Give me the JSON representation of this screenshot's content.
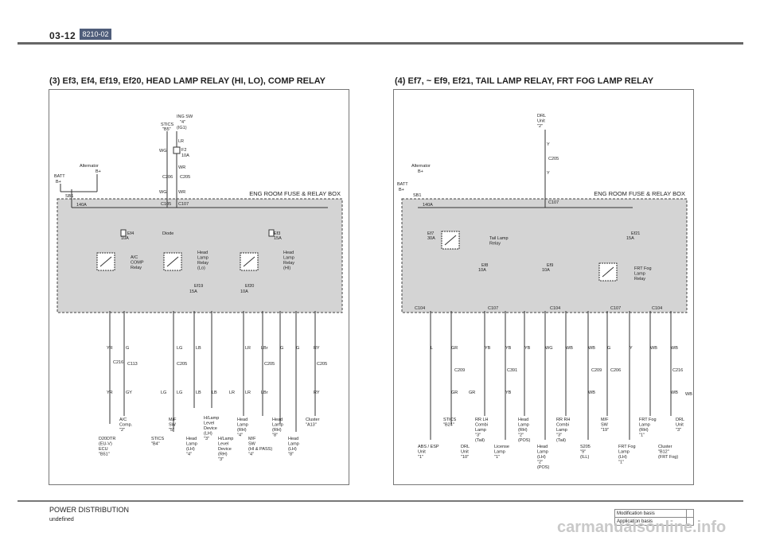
{
  "header": {
    "page_number": "03-12",
    "version_badge": "8210-02"
  },
  "left": {
    "title": "(3) Ef3, Ef4, Ef19, Ef20, HEAD LAMP RELAY (HI, LO), COMP RELAY",
    "box_label": "ENG ROOM FUSE & RELAY BOX",
    "texts": {
      "alt": "Alternator",
      "bplus": "B+",
      "batt": "BATT",
      "bplus2": "B+",
      "sb1": "SB1",
      "f140": "140A",
      "stics": "STICS",
      "b5": "\"B5\"",
      "ingsw": "ING SW",
      "ing4": "\"4\"",
      "ig1": "(IG1)",
      "lr1": "LR",
      "f2": "F2",
      "f2a": "10A",
      "wr1": "WR",
      "wg1": "WG",
      "c206": "C206",
      "c205a": "C205",
      "wg2": "WG",
      "wr2": "WR",
      "c105": "C105",
      "c107": "C107",
      "ef4": "Ef4",
      "ef4a": "10A",
      "ef3": "Ef3",
      "ef3a": "15A",
      "comp_relay": "A/C\nCOMP\nRelay",
      "diode": "Diode",
      "lo_relay": "Head\nLamp\nRelay\n(Lo)",
      "hi_relay": "Head\nLamp\nRelay\n(HI)",
      "ef19": "Ef19",
      "ef19a": "15A",
      "ef20": "Ef20",
      "ef20a": "10A",
      "yr1": "YR",
      "g1": "G",
      "lg1": "LG",
      "lb1": "LB",
      "lr2": "LR",
      "lbr1": "LBr",
      "g2": "G",
      "g3": "G",
      "ry1": "RY",
      "c216": "C216",
      "c113": "C113",
      "c205b": "C205",
      "c205c": "C205",
      "c205d": "C205",
      "yr2": "YR",
      "gy": "GY",
      "lg2": "LG",
      "lg3": "LG",
      "lb2": "LB",
      "lb3": "LB",
      "lr3": "LR",
      "lr4": "LR",
      "lbr2": "LBr",
      "ry2": "RY",
      "t_d20": "D20DTR\n(EU-V)\nECU\n\"B51\"",
      "t_ac": "A/C\nComp.\n\"2\"",
      "t_stics": "STICS\n\"B4\"",
      "t_mfsw": "M/F\nSW\n\"5\"",
      "t_hl_lh": "Head\nLamp\n(LH)\n\"4\"",
      "t_hll_lh": "H/Lamp\nLevel\nDevice\n(LH)\n\"3\"",
      "t_hll_rh": "H/Lamp\nLevel\nDevice\n(RH)\n\"3\"",
      "t_hl_rh": "Head\nLamp\n(RH)\n\"4\"",
      "t_mfsw2": "M/F\nSW\n(HI & PASS)\n\"4\"",
      "t_hl_rh8": "Head\nLamp\n(RH)\n\"8\"",
      "t_hl_lh8": "Head\nLamp\n(LH)\n\"8\"",
      "t_cluster": "Cluster\n\"A13\""
    }
  },
  "right": {
    "title": "(4) Ef7, ~ Ef9, Ef21, TAIL LAMP RELAY, FRT FOG LAMP RELAY",
    "box_label": "ENG ROOM FUSE & RELAY BOX",
    "texts": {
      "drl": "DRL\nUnit\n\"2\"",
      "y1": "Y",
      "c205": "C205",
      "y2": "Y",
      "alt": "Alternator",
      "bplus": "B+",
      "batt": "BATT",
      "bplus2": "B+",
      "sb1": "SB1",
      "f140": "140A",
      "c107": "C107",
      "ef7": "Ef7",
      "ef7a": "30A",
      "tail_relay": "Tail Lamp\nRelay",
      "ef8": "Ef8",
      "ef8a": "10A",
      "ef9": "Ef9",
      "ef9a": "10A",
      "ef21": "Ef21",
      "ef21a": "15A",
      "fog_relay": "FRT Fog\nLamp\nRelay",
      "c104": "C104",
      "c107b": "C107",
      "c104b": "C104",
      "c107c": "C107",
      "c104c": "C104",
      "l1": "L",
      "gr1": "GR",
      "yb1": "YB",
      "yb2": "YB",
      "yb3": "YB",
      "wg": "WG",
      "wb1": "WB",
      "wb2": "WB",
      "g1": "G",
      "y3": "Y",
      "wb3": "WB",
      "wb4": "WB",
      "c209": "C209",
      "c391": "C391",
      "c209b": "C209",
      "c206": "C206",
      "c216": "C216",
      "gr2": "GR",
      "gr3": "GR",
      "yb4": "YB",
      "wb5": "WB",
      "wb6": "WB",
      "wb7": "WB",
      "t_abs": "ABS / ESP\nUnit\n\"1\"",
      "t_stics": "STICS\n\"B24\"",
      "t_drl10": "DRL\nUnit\n\"10\"",
      "t_rrlh": "RR LH\nCombi\nLamp\n\"3\"\n(Tail)",
      "t_lic": "License\nLamp\n\"1\"",
      "t_hlrh": "Head\nLamp\n(RH)\n\"2\"\n(POS)",
      "t_hllh": "Head\nLamp\n(LH)\n\"2\"\n(POS)",
      "t_rrrh": "RR RH\nCombi\nLamp\n\"3\"\n(Tail)",
      "t_s205": "S205\n\"9\"\n(ILL)",
      "t_mfsw": "M/F\nSW\n\"19\"",
      "t_fog_lh": "FRT Fog\nLamp\n(LH)\n\"1\"",
      "t_fog_rh": "FRT Fog\nLamp\n(RH)\n\"1\"",
      "t_cluster": "Cluster\n\"B12\"\n(FRT Fog)",
      "t_drl3": "DRL\nUnit\n\"3\""
    }
  },
  "footer": {
    "title": "POWER DISTRIBUTION",
    "subtitle": "undefined",
    "table": [
      "Modification basis",
      "Application basis"
    ],
    "watermark": "carmanualsonline.info"
  }
}
